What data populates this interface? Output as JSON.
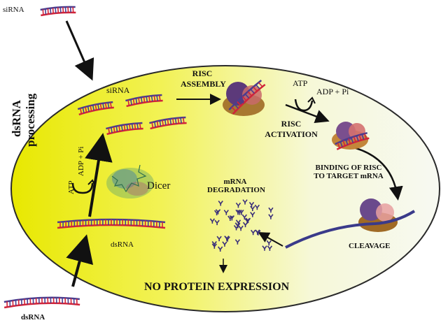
{
  "labels": {
    "sirna_outside": "siRNA",
    "sirna_inside": "siRNA",
    "risc_assembly_line1": "RISC",
    "risc_assembly_line2": "ASSEMBLY",
    "atp": "ATP",
    "adp_pi": "ADP + Pi",
    "risc_activation_line1": "RISC",
    "risc_activation_line2": "ACTIVATION",
    "dsrna_processing_line1": "dsRNA",
    "dsrna_processing_line2": "processing",
    "atp_left": "ATP",
    "adp_pi_left": "ADP + Pi",
    "dicer": "Dicer",
    "binding_line1": "BINDING OF RISC",
    "binding_line2": "TO TARGET mRNA",
    "mrna_degradation_line1": "mRNA",
    "mrna_degradation_line2": "DEGRADATION",
    "dsrna_inside": "dsRNA",
    "cleavage": "CLEAVAGE",
    "no_protein_expression": "NO PROTEIN EXPRESSION",
    "dsrna_outside": "dsRNA"
  },
  "colors": {
    "cell_center": "#f4f400",
    "cell_edge": "#ffffff",
    "rna_red": "#d0243a",
    "rna_blue": "#4a3d8f",
    "arrow": "#111111",
    "risc_purple": "#6a4a8c",
    "risc_red": "#c85a5a",
    "risc_brown": "#b5792a"
  }
}
